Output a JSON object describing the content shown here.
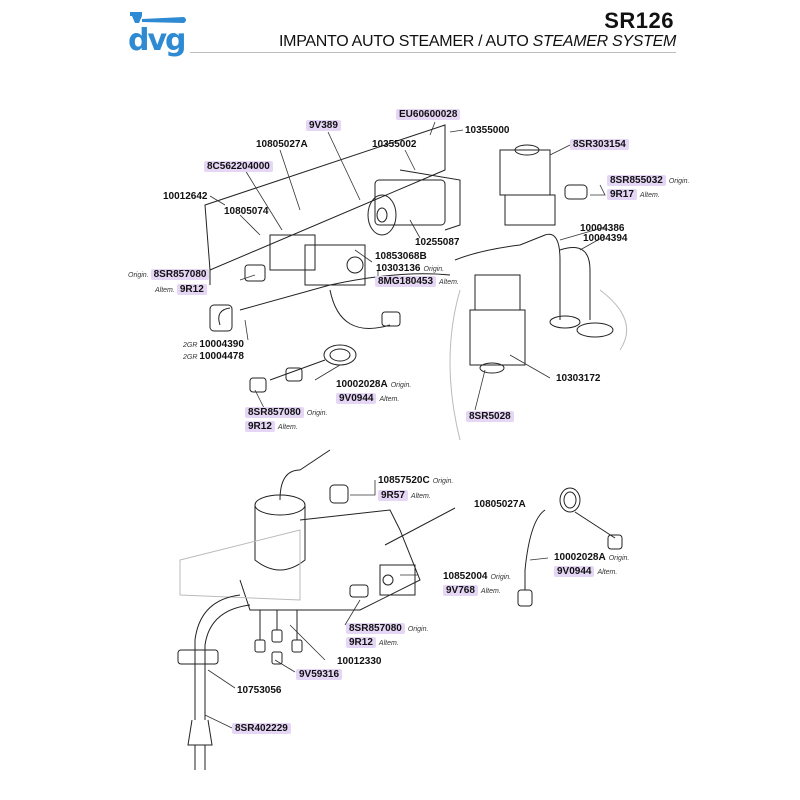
{
  "header": {
    "logo_text": "dvg",
    "model": "SR126",
    "title_it": "IMPANTO AUTO STEAMER / AUTO ",
    "title_en": "STEAMER SYSTEM"
  },
  "colors": {
    "logo": "#2e8bd3",
    "highlight": "#e6d6f6",
    "rule": "#bdbdbd"
  },
  "notes": {
    "origin": "Origin.",
    "altern": "Altem.",
    "prefix_2gr": "2GR"
  },
  "upper_parts": [
    {
      "code": "9V389",
      "highlight": true
    },
    {
      "code": "EU60600028",
      "highlight": true
    },
    {
      "code": "10355000",
      "highlight": false
    },
    {
      "code": "10805027A",
      "highlight": false
    },
    {
      "code": "10355002",
      "highlight": false
    },
    {
      "code": "8SR303154",
      "highlight": true
    },
    {
      "code": "8C562204000",
      "highlight": true
    },
    {
      "code": "8SR855032",
      "highlight": true,
      "note": "Origin."
    },
    {
      "code": "9R17",
      "highlight": true,
      "note": "Altem."
    },
    {
      "code": "10012642",
      "highlight": false
    },
    {
      "code": "10805074",
      "highlight": false
    },
    {
      "code": "10255087",
      "highlight": false
    },
    {
      "code": "10004386",
      "highlight": false
    },
    {
      "code": "10004394",
      "highlight": false
    },
    {
      "code": "10853068B",
      "highlight": false
    },
    {
      "code": "8SR857080",
      "highlight": true,
      "note": "Origin."
    },
    {
      "code": "9R12",
      "highlight": true,
      "note": "Altem."
    },
    {
      "code": "10303136",
      "highlight": false,
      "note": "Origin."
    },
    {
      "code": "8MG180453",
      "highlight": true,
      "note": "Altem."
    },
    {
      "code": "10004390",
      "highlight": false,
      "prefix": "2GR"
    },
    {
      "code": "10004478",
      "highlight": false,
      "prefix": "2GR"
    },
    {
      "code": "10002028A",
      "highlight": false,
      "note": "Origin."
    },
    {
      "code": "9V0944",
      "highlight": true,
      "note": "Altem."
    },
    {
      "code": "10303172",
      "highlight": false
    },
    {
      "code": "8SR857080",
      "highlight": true,
      "note": "Origin."
    },
    {
      "code": "9R12",
      "highlight": true,
      "note": "Altem."
    },
    {
      "code": "8SR5028",
      "highlight": true
    }
  ],
  "lower_parts": [
    {
      "code": "10857520C",
      "highlight": false,
      "note": "Origin."
    },
    {
      "code": "9R57",
      "highlight": true,
      "note": "Altem."
    },
    {
      "code": "10805027A",
      "highlight": false
    },
    {
      "code": "10002028A",
      "highlight": false,
      "note": "Origin."
    },
    {
      "code": "9V0944",
      "highlight": true,
      "note": "Altem."
    },
    {
      "code": "10852004",
      "highlight": false,
      "note": "Origin."
    },
    {
      "code": "9V768",
      "highlight": true,
      "note": "Altem."
    },
    {
      "code": "8SR857080",
      "highlight": true,
      "note": "Origin."
    },
    {
      "code": "9R12",
      "highlight": true,
      "note": "Altem."
    },
    {
      "code": "10012330",
      "highlight": false
    },
    {
      "code": "9V59316",
      "highlight": true
    },
    {
      "code": "10753056",
      "highlight": false
    },
    {
      "code": "8SR402229",
      "highlight": true
    }
  ]
}
